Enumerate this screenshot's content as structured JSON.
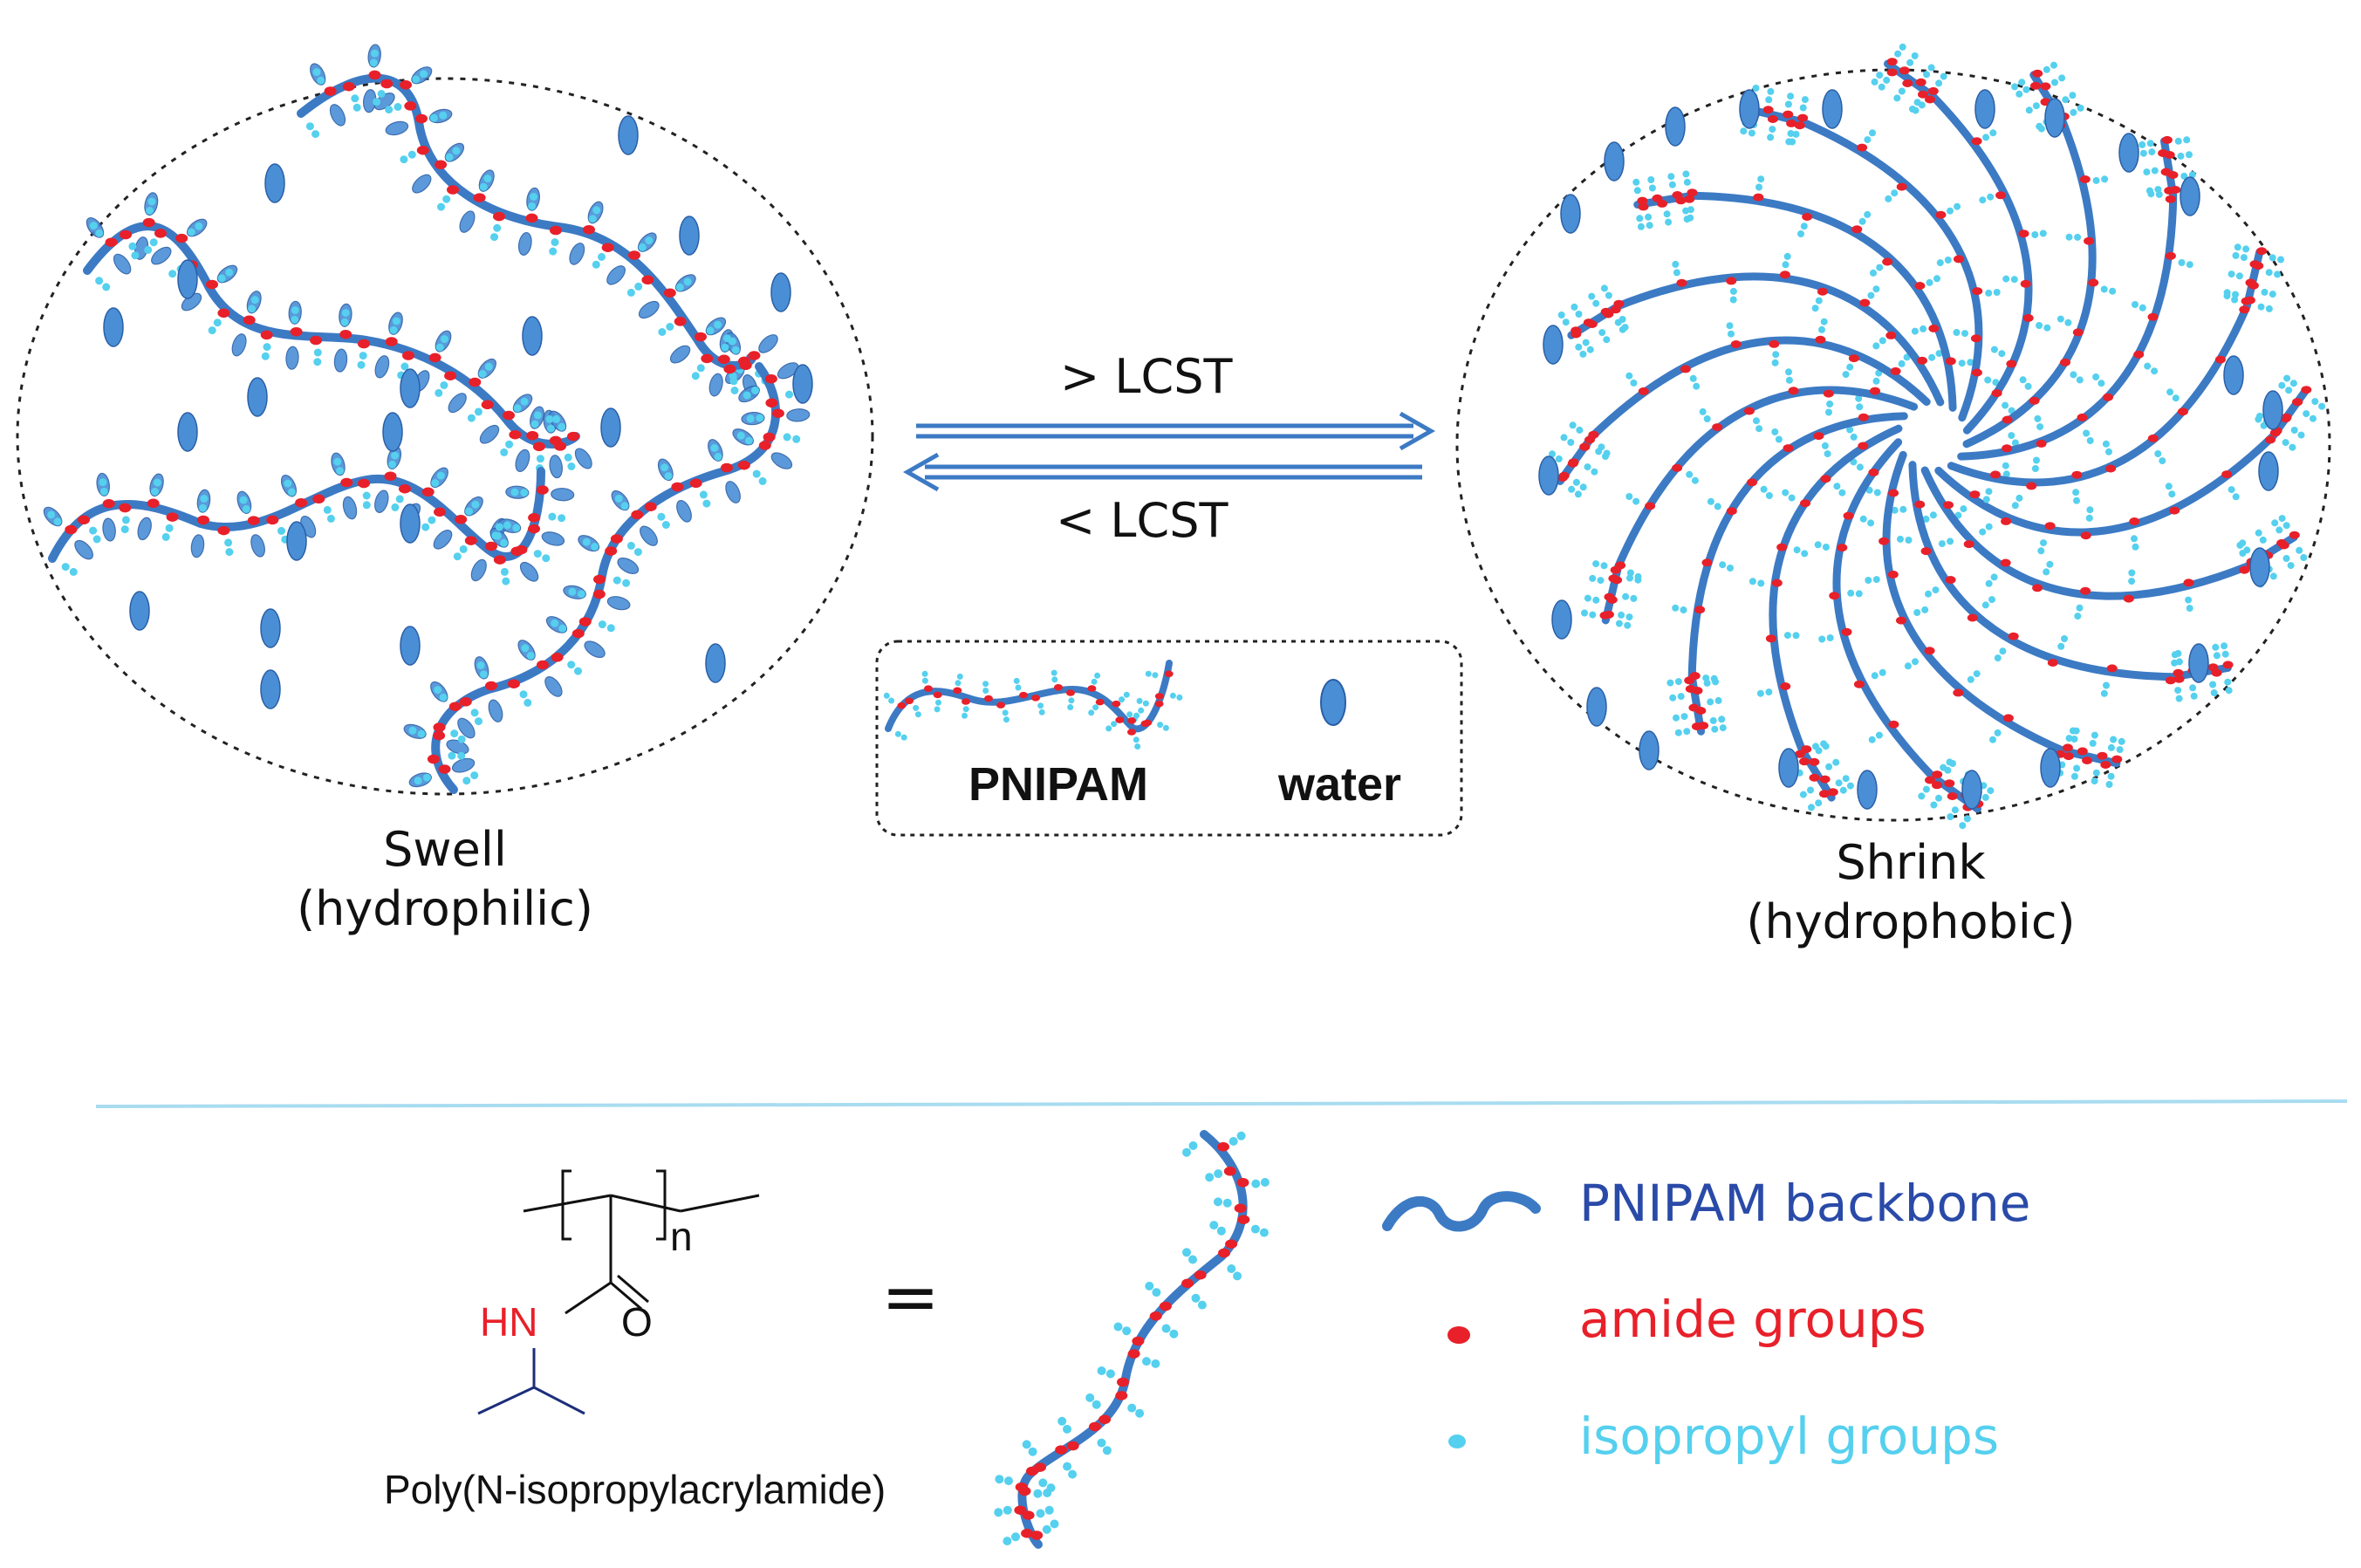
{
  "top": {
    "swell": {
      "title": "Swell",
      "subtitle": "(hydrophilic)"
    },
    "shrink": {
      "title": "Shrink",
      "subtitle": "(hydrophobic)"
    },
    "forward_label": "> LCST",
    "reverse_label": "< LCST"
  },
  "inset": {
    "polymer_label": "PNIPAM",
    "water_label": "water"
  },
  "legend": {
    "items": [
      {
        "label": "PNIPAM backbone",
        "color": "#2a4aa8"
      },
      {
        "label": "amide groups",
        "color": "#e8202a"
      },
      {
        "label": "isopropyl groups",
        "color": "#55d0ee"
      }
    ]
  },
  "chem": {
    "repeat": "n",
    "hn": "HN",
    "oxygen": "O",
    "name": "Poly(N-isopropylacrylamide)",
    "equals": "="
  },
  "colors": {
    "backbone": "#3c7ac4",
    "backbone_dark": "#2b5fa6",
    "amide": "#e8202a",
    "isopropyl": "#55d0ee",
    "water": "#4a8fd6",
    "separator": "#a8dcf0"
  }
}
